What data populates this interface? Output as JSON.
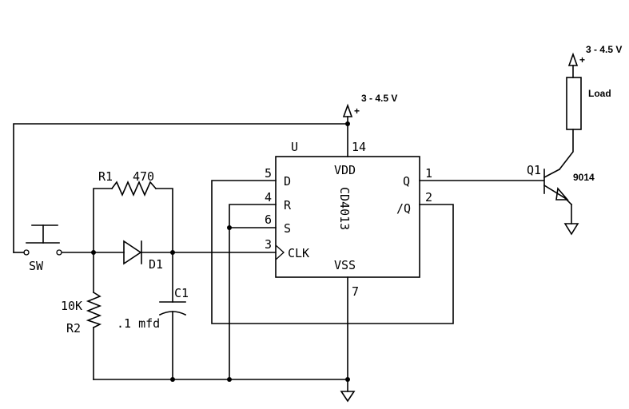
{
  "labels": {
    "supply_ic": "3 - 4.5 V",
    "supply_load": "3 - 4.5 V",
    "plus_sign": "+",
    "load": "Load",
    "transistor_ref": "Q1",
    "transistor_part": "9014",
    "ic_ref": "U",
    "ic_part": "CD4013",
    "r1": "R1",
    "r1_value": "470",
    "d1": "D1",
    "c1": "C1",
    "c1_value": ".1 mfd",
    "r2_value": "10K",
    "r2": "R2",
    "switch": "SW"
  },
  "ic_pins": {
    "vdd_num": "14",
    "vdd": "VDD",
    "d_num": "5",
    "d": "D",
    "r_num": "4",
    "r": "R",
    "s_num": "6",
    "s": "S",
    "clk_num": "3",
    "clk": "CLK",
    "vss_num": "7",
    "vss": "VSS",
    "q_num": "1",
    "q": "Q",
    "qbar_num": "2",
    "qbar": "/Q"
  }
}
